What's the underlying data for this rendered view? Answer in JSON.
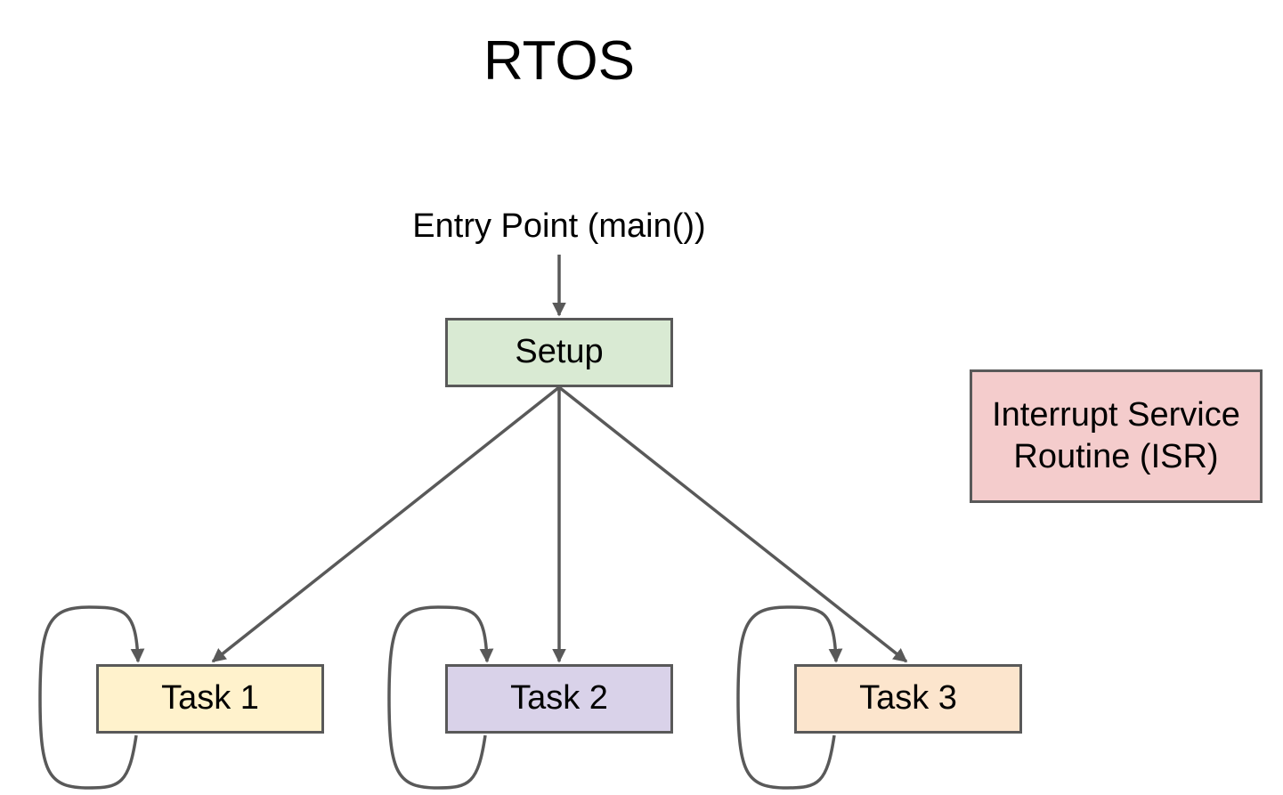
{
  "title": "RTOS",
  "entry_label": "Entry Point (main())",
  "nodes": {
    "setup": {
      "label": "Setup",
      "color": "#d9ead3"
    },
    "task1": {
      "label": "Task 1",
      "color": "#fff2cc"
    },
    "task2": {
      "label": "Task 2",
      "color": "#d9d2e9"
    },
    "task3": {
      "label": "Task 3",
      "color": "#fce5cd"
    },
    "isr": {
      "label": "Interrupt Service Routine (ISR)",
      "color": "#f4cccc"
    }
  },
  "edges": [
    {
      "from": "entry",
      "to": "setup"
    },
    {
      "from": "setup",
      "to": "task1"
    },
    {
      "from": "setup",
      "to": "task2"
    },
    {
      "from": "setup",
      "to": "task3"
    },
    {
      "from": "task1",
      "to": "task1",
      "kind": "loop"
    },
    {
      "from": "task2",
      "to": "task2",
      "kind": "loop"
    },
    {
      "from": "task3",
      "to": "task3",
      "kind": "loop"
    }
  ],
  "edge_color": "#595959"
}
